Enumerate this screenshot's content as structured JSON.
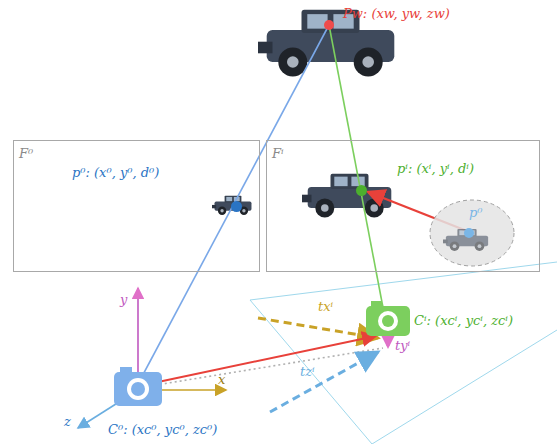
{
  "diagram": {
    "nodes": [
      {
        "text": [
          "F⁰",
          "p⁰: (x⁰, y⁰, d⁰)"
        ]
      },
      {
        "text": [
          "Fⁱ",
          "pⁱ: (xⁱ, yⁱ, dⁱ)"
        ]
      },
      {
        "text": [
          "p⁰"
        ],
        "in": 1
      }
    ],
    "labels": [
      "Pw: (xw, yw, zw)",
      "Cⁱ: (xcⁱ, ycⁱ, zcⁱ)",
      "C⁰: (xc⁰, yc⁰, zc⁰)",
      "txⁱ",
      "tyⁱ",
      "tzⁱ",
      "y",
      "x",
      "z"
    ]
  }
}
